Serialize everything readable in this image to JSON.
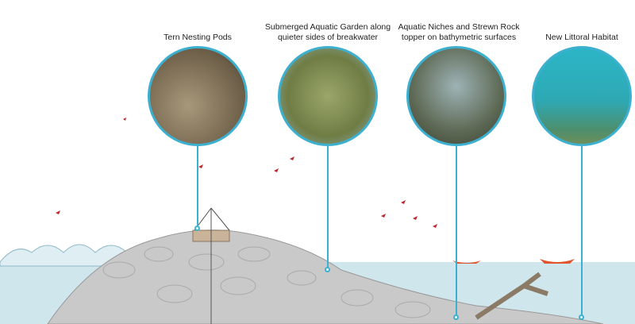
{
  "callouts": [
    {
      "label": "Tern Nesting Pods"
    },
    {
      "label_line1": "Submerged Aquatic Garden along",
      "label_line2": "quieter sides of breakwater"
    },
    {
      "label_line1": "Aquatic Niches and Strewn Rock",
      "label_line2": "topper on bathymetric surfaces"
    },
    {
      "label": "New Littoral Habitat"
    }
  ],
  "colors": {
    "accent": "#3db0d0",
    "water": "#cfe6ec",
    "rock": "#c9c9c9",
    "bird": "#c0272d"
  }
}
